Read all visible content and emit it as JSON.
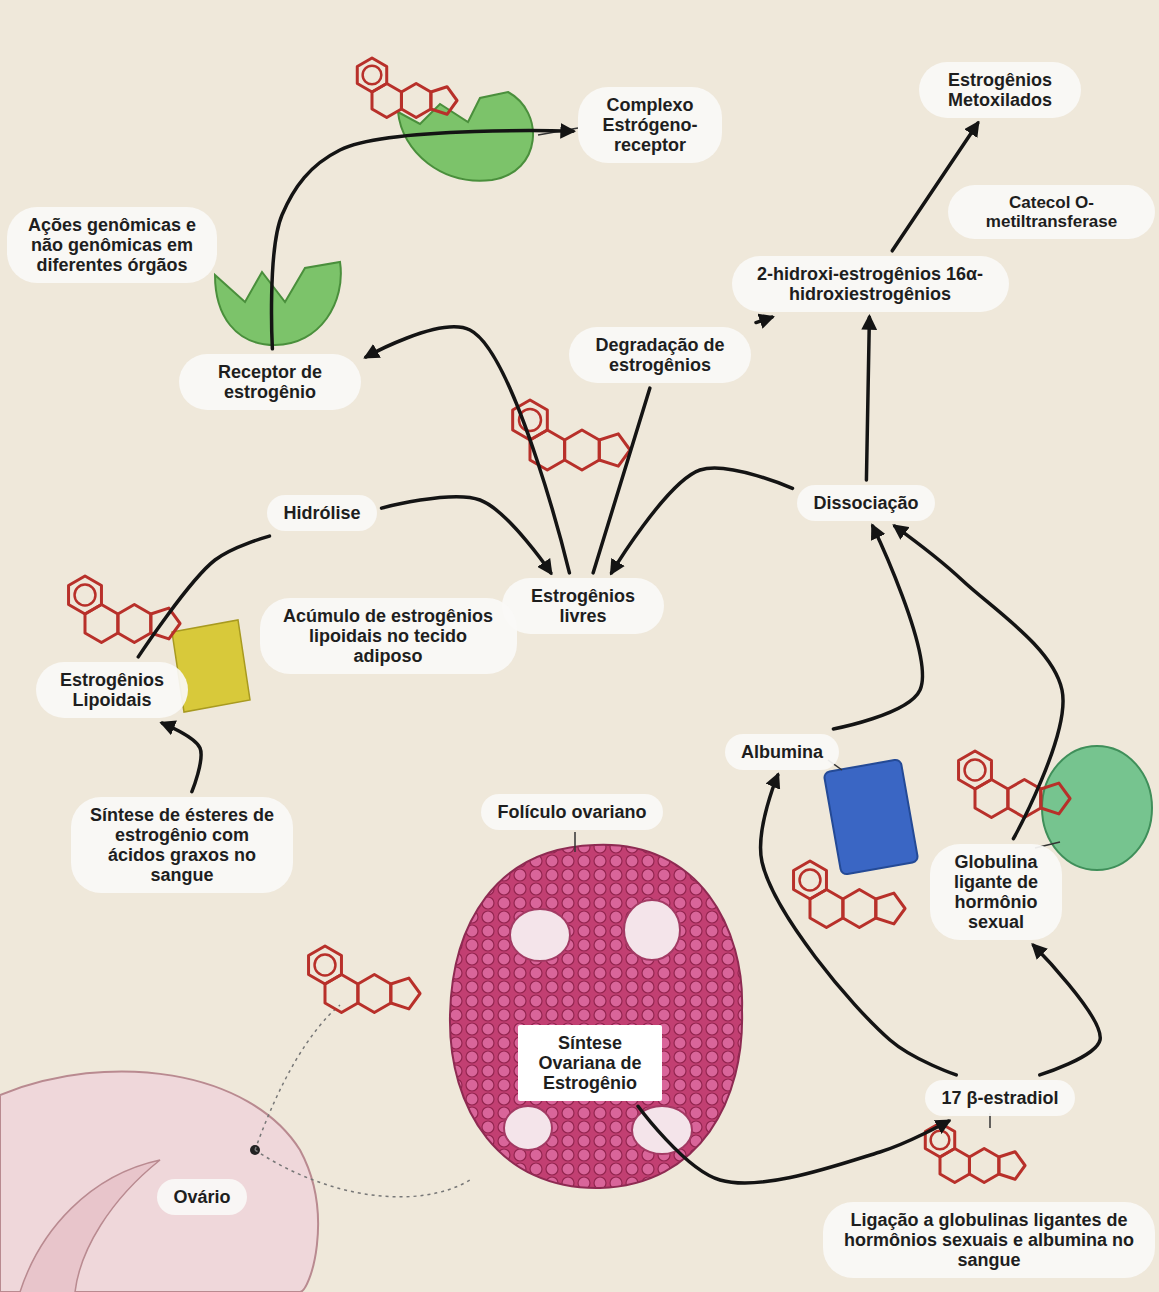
{
  "diagram": {
    "nodes": [
      {
        "text": [
          "Complexo Estrógeno-receptor"
        ]
      },
      {
        "text": [
          "Estrogênios Metoxilados"
        ]
      },
      {
        "text": [
          "Ações genômicas e não genômicas em diferentes órgãos"
        ]
      },
      {
        "text": [
          "Catecol O-metiltransferase"
        ]
      },
      {
        "text": [
          "2-hidroxi-estrogênios 16α-hidroxiestrogênios"
        ]
      },
      {
        "text": [
          "Receptor de estrogênio"
        ]
      },
      {
        "text": [
          "Degradação de estrogênios"
        ]
      },
      {
        "text": [
          "Hidrólise"
        ]
      },
      {
        "text": [
          "Dissociação"
        ]
      },
      {
        "text": [
          "Estrogênios livres"
        ]
      },
      {
        "text": [
          "Acúmulo de estrogênios lipoidais no tecido adiposo"
        ]
      },
      {
        "text": [
          "Estrogênios Lipoidais"
        ]
      },
      {
        "text": [
          "Albumina"
        ]
      },
      {
        "text": [
          "Síntese de ésteres de estrogênio com ácidos graxos no sangue"
        ]
      },
      {
        "text": [
          "Folículo ovariano"
        ]
      },
      {
        "text": [
          "Globulina ligante de hormônio sexual"
        ]
      },
      {
        "text": [
          "Síntese Ovariana de Estrogênio"
        ]
      },
      {
        "text": [
          "17 β-estradiol"
        ]
      },
      {
        "text": [
          "Ovário"
        ]
      },
      {
        "text": [
          "Ligação a globulinas ligantes de hormônios sexuais e albumina no sangue"
        ]
      }
    ],
    "edges": [
      {
        "from": 5,
        "to": 0,
        "arrow": "to"
      },
      {
        "from": 9,
        "to": 5,
        "arrow": "to"
      },
      {
        "from": 9,
        "to": 6,
        "arrow": "none"
      },
      {
        "from": 6,
        "to": 4,
        "arrow": "to"
      },
      {
        "from": 4,
        "to": 1,
        "arrow": "to"
      },
      {
        "from": 8,
        "to": 9,
        "arrow": "to"
      },
      {
        "from": 8,
        "to": 4,
        "arrow": "to"
      },
      {
        "from": 12,
        "to": 8,
        "arrow": "to"
      },
      {
        "from": 15,
        "to": 8,
        "arrow": "to"
      },
      {
        "from": 17,
        "to": 12,
        "arrow": "to"
      },
      {
        "from": 17,
        "to": 15,
        "arrow": "to"
      },
      {
        "from": 16,
        "to": 17,
        "arrow": "to"
      },
      {
        "from": 13,
        "to": 11,
        "arrow": "to"
      },
      {
        "from": 11,
        "to": 7,
        "arrow": "none"
      },
      {
        "from": 7,
        "to": 9,
        "arrow": "to"
      }
    ]
  }
}
